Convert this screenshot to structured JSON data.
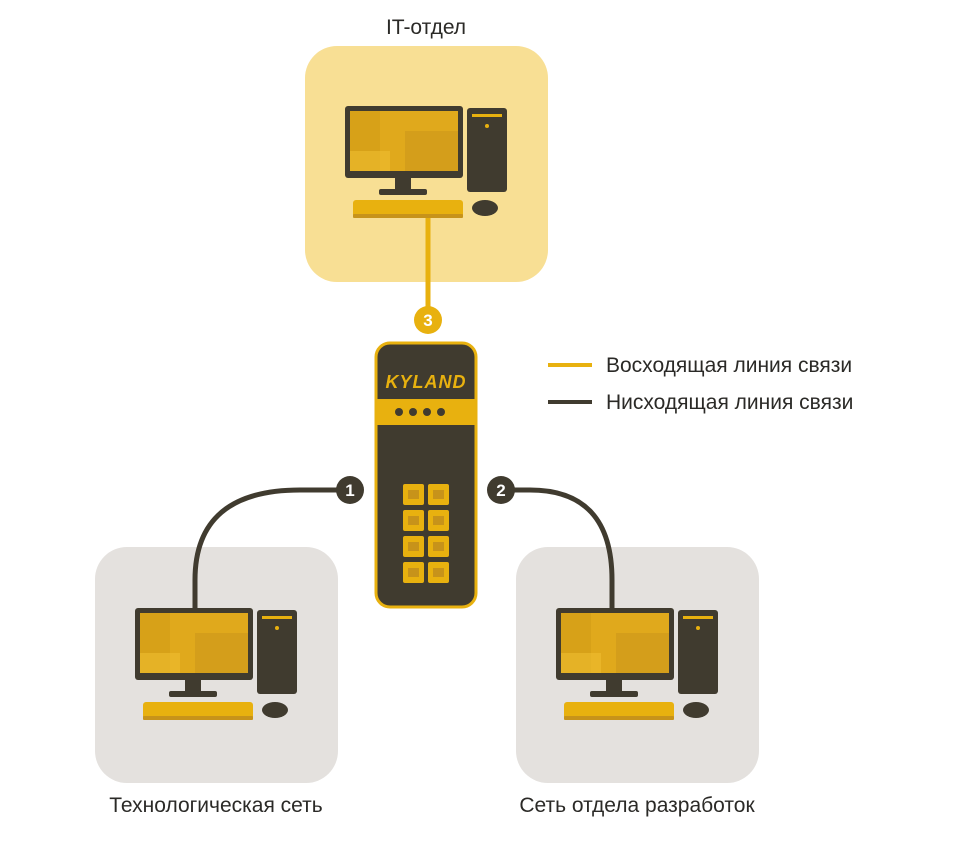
{
  "nodes": {
    "it": {
      "label": "IT-отдел"
    },
    "tech": {
      "label": "Технологическая сеть"
    },
    "dev": {
      "label": "Сеть отдела разработок"
    }
  },
  "switch": {
    "brand": "KYLAND"
  },
  "links": [
    {
      "badge": "1"
    },
    {
      "badge": "2"
    },
    {
      "badge": "3"
    }
  ],
  "legend": {
    "uplink": "Восходящая линия связи",
    "downlink": "Нисходящая линия связи"
  },
  "colors": {
    "uplink": "#e8b10f",
    "downlink": "#403b2f",
    "it_panel": "#f8df94",
    "other_panel": "#e4e1de"
  }
}
